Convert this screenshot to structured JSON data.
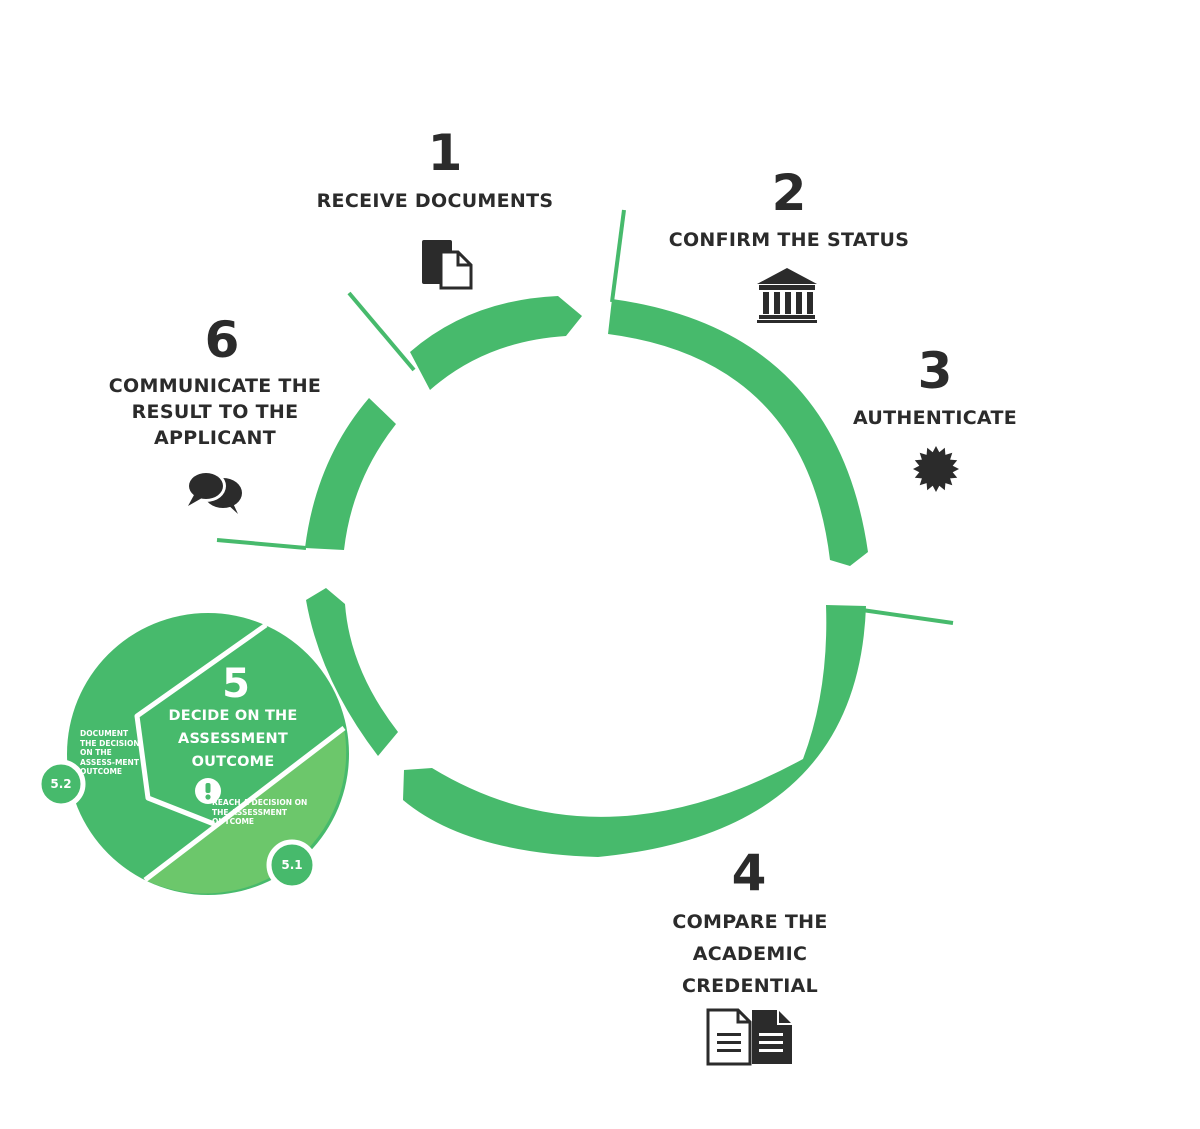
{
  "colors": {
    "ring": "#47ba6c",
    "dark": "#2b2b2b",
    "step5_light": "#6cc76b",
    "white": "#ffffff"
  },
  "steps": [
    {
      "number": "1",
      "label": "RECEIVE DOCUMENTS",
      "icon": "documents-icon"
    },
    {
      "number": "2",
      "label": "CONFIRM THE STATUS",
      "icon": "institution-icon"
    },
    {
      "number": "3",
      "label": "AUTHENTICATE",
      "icon": "seal-icon"
    },
    {
      "number": "4",
      "label": "COMPARE THE ACADEMIC CREDENTIAL",
      "icon": "compare-documents-icon"
    },
    {
      "number": "5",
      "label": "DECIDE ON THE ASSESSMENT OUTCOME",
      "icon": "exclamation-icon"
    },
    {
      "number": "6",
      "label": "COMMUNICATE THE RESULT TO THE APPLICANT",
      "icon": "speech-bubbles-icon"
    }
  ],
  "substeps": [
    {
      "number": "5.1",
      "label": "REACH A DECISION ON THE ASSESSMENT OUTCOME"
    },
    {
      "number": "5.2",
      "label": "DOCUMENT THE DECISION ON THE ASSESS-MENT OUTCOME"
    }
  ]
}
